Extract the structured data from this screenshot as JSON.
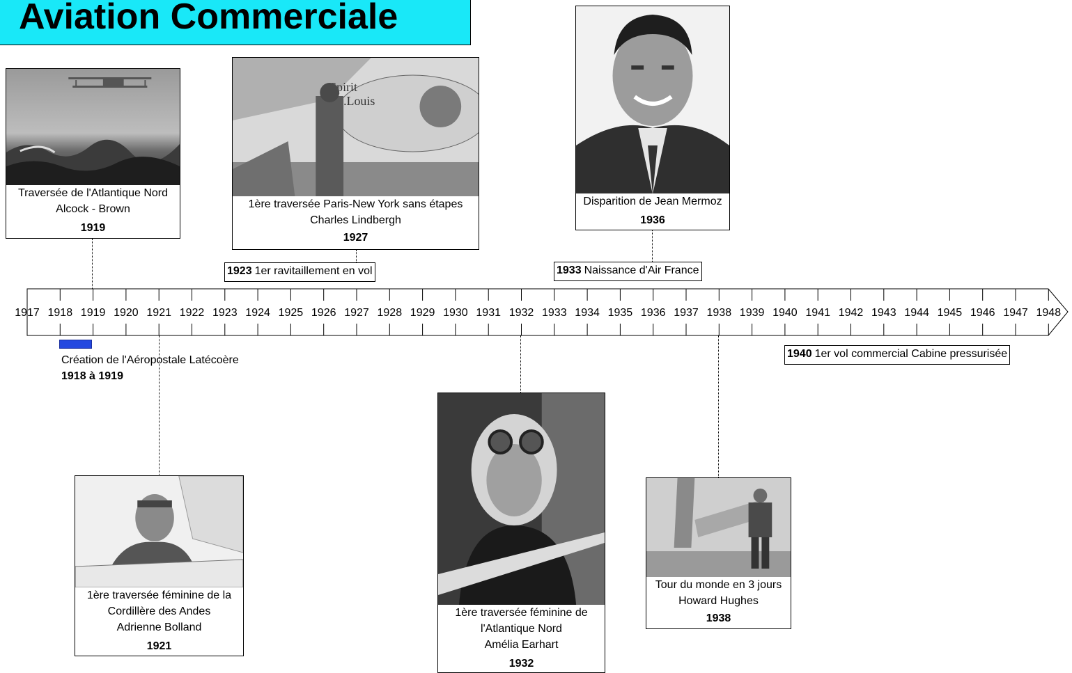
{
  "title": "Aviation Commerciale",
  "axis": {
    "years": [
      "1917",
      "1918",
      "1919",
      "1920",
      "1921",
      "1922",
      "1923",
      "1924",
      "1925",
      "1926",
      "1927",
      "1928",
      "1929",
      "1930",
      "1931",
      "1932",
      "1933",
      "1934",
      "1935",
      "1936",
      "1937",
      "1938",
      "1939",
      "1940",
      "1941",
      "1942",
      "1943",
      "1944",
      "1945",
      "1946",
      "1947",
      "1948"
    ]
  },
  "events": {
    "alcock": {
      "lines": [
        "Traversée de l'Atlantique Nord",
        "Alcock - Brown"
      ],
      "year": "1919",
      "image": "biplane-over-sea-photo"
    },
    "lindbergh": {
      "lines": [
        "1ère traversée Paris-New York sans étapes",
        "Charles Lindbergh"
      ],
      "year": "1927",
      "image": "spirit-of-st-louis-photo"
    },
    "mermoz": {
      "lines": [
        "Disparition de Jean Mermoz"
      ],
      "year": "1936",
      "image": "jean-mermoz-portrait"
    },
    "bolland": {
      "lines": [
        "1ère traversée féminine de la",
        "Cordillère des Andes",
        "Adrienne Bolland"
      ],
      "year": "1921",
      "image": "adrienne-bolland-photo"
    },
    "earhart": {
      "lines": [
        "1ère traversée féminine de",
        "l'Atlantique Nord",
        "Amélia Earhart"
      ],
      "year": "1932",
      "image": "amelia-earhart-photo"
    },
    "hughes": {
      "lines": [
        "Tour du monde en 3 jours",
        "Howard Hughes"
      ],
      "year": "1938",
      "image": "howard-hughes-photo"
    }
  },
  "inline_events": {
    "ravitaillement": {
      "year": "1923",
      "label": "1er ravitaillement en vol"
    },
    "airfrance": {
      "year": "1933",
      "label": "Naissance d'Air France"
    },
    "pressurisee": {
      "year": "1940",
      "label": "1er vol commercial Cabine pressurisée"
    }
  },
  "span_event": {
    "label": "Création de l'Aéropostale Latécoère",
    "years": "1918 à 1919",
    "start": "1918",
    "end": "1919",
    "color": "#2448e0"
  },
  "colors": {
    "title_bg": "#19e8f8",
    "span_bar": "#2448e0"
  }
}
